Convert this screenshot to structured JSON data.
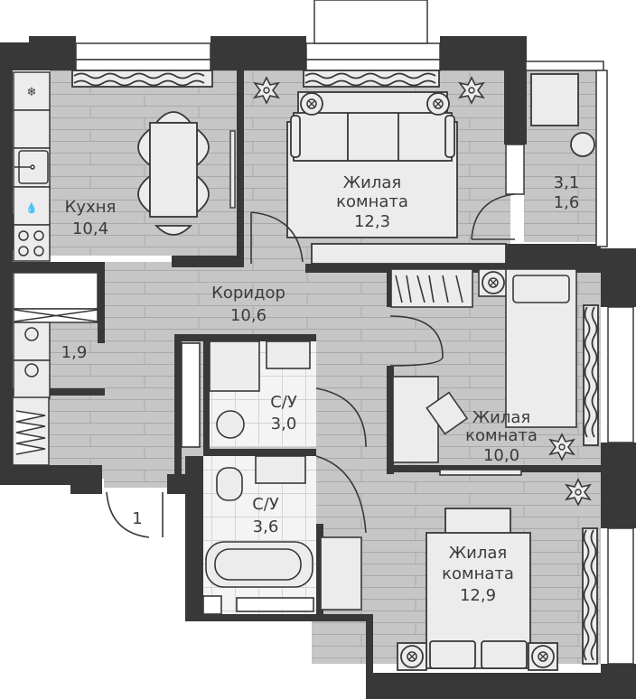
{
  "plan": {
    "type": "apartment-floor-plan",
    "colors": {
      "wall": "#383838",
      "floor_wood": "#c6c6c6",
      "floor_plank_line": "#a9a9a9",
      "floor_tile": "#f4f4f4",
      "furniture_fill": "#ececec",
      "outline": "#383838",
      "text": "#3b3b3b",
      "background": "#ffffff"
    },
    "rooms": [
      {
        "id": "kitchen",
        "name": "Кухня",
        "area": "10,4"
      },
      {
        "id": "living-room-1",
        "name_line1": "Жилая",
        "name_line2": "комната",
        "area": "12,3"
      },
      {
        "id": "balcony",
        "area_line1": "3,1",
        "area_line2": "1,6"
      },
      {
        "id": "corridor",
        "name": "Коридор",
        "area": "10,6"
      },
      {
        "id": "closet",
        "area": "1,9"
      },
      {
        "id": "bathroom-1",
        "name": "С/У",
        "area": "3,0"
      },
      {
        "id": "bathroom-2",
        "name": "С/У",
        "area": "3,6"
      },
      {
        "id": "living-room-2",
        "name_line1": "Жилая",
        "name_line2": "комната",
        "area": "10,0"
      },
      {
        "id": "living-room-3",
        "name_line1": "Жилая",
        "name_line2": "комната",
        "area": "12,9"
      }
    ],
    "entrance": {
      "label": "1"
    }
  }
}
